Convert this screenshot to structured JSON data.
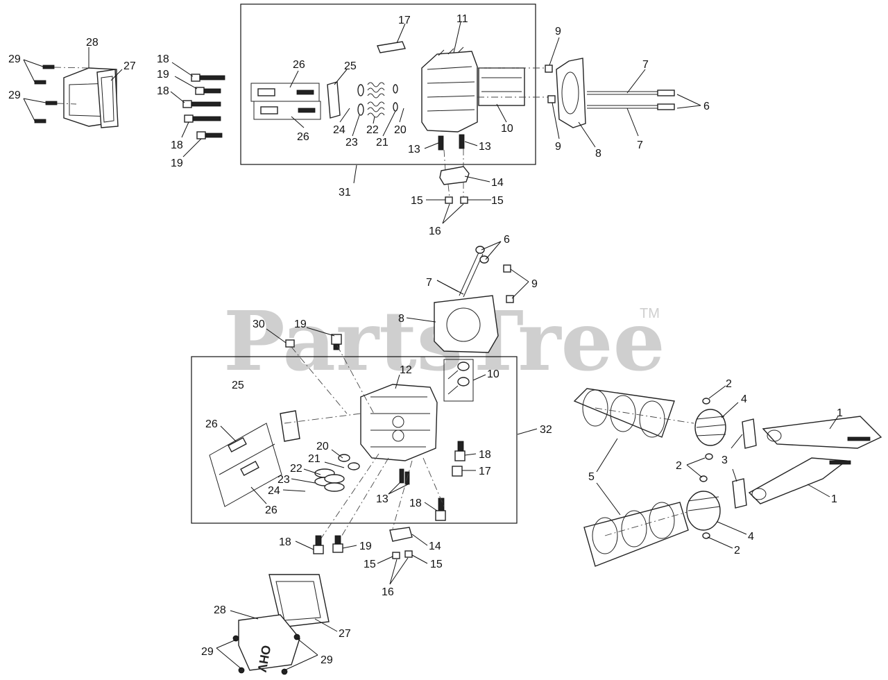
{
  "watermark": {
    "brand": "PartsTree",
    "trademark": "TM"
  },
  "cover_stamp": "OHV",
  "callouts": {
    "n1": "1",
    "n2": "2",
    "n3": "3",
    "n4": "4",
    "n5": "5",
    "n6": "6",
    "n7": "7",
    "n8": "8",
    "n9": "9",
    "n10": "10",
    "n11": "11",
    "n12": "12",
    "n13": "13",
    "n14": "14",
    "n15": "15",
    "n16": "16",
    "n17": "17",
    "n18": "18",
    "n19": "19",
    "n20": "20",
    "n21": "21",
    "n22": "22",
    "n23": "23",
    "n24": "24",
    "n25": "25",
    "n26": "26",
    "n27": "27",
    "n28": "28",
    "n29": "29",
    "n30": "30",
    "n31": "31",
    "n32": "32"
  }
}
